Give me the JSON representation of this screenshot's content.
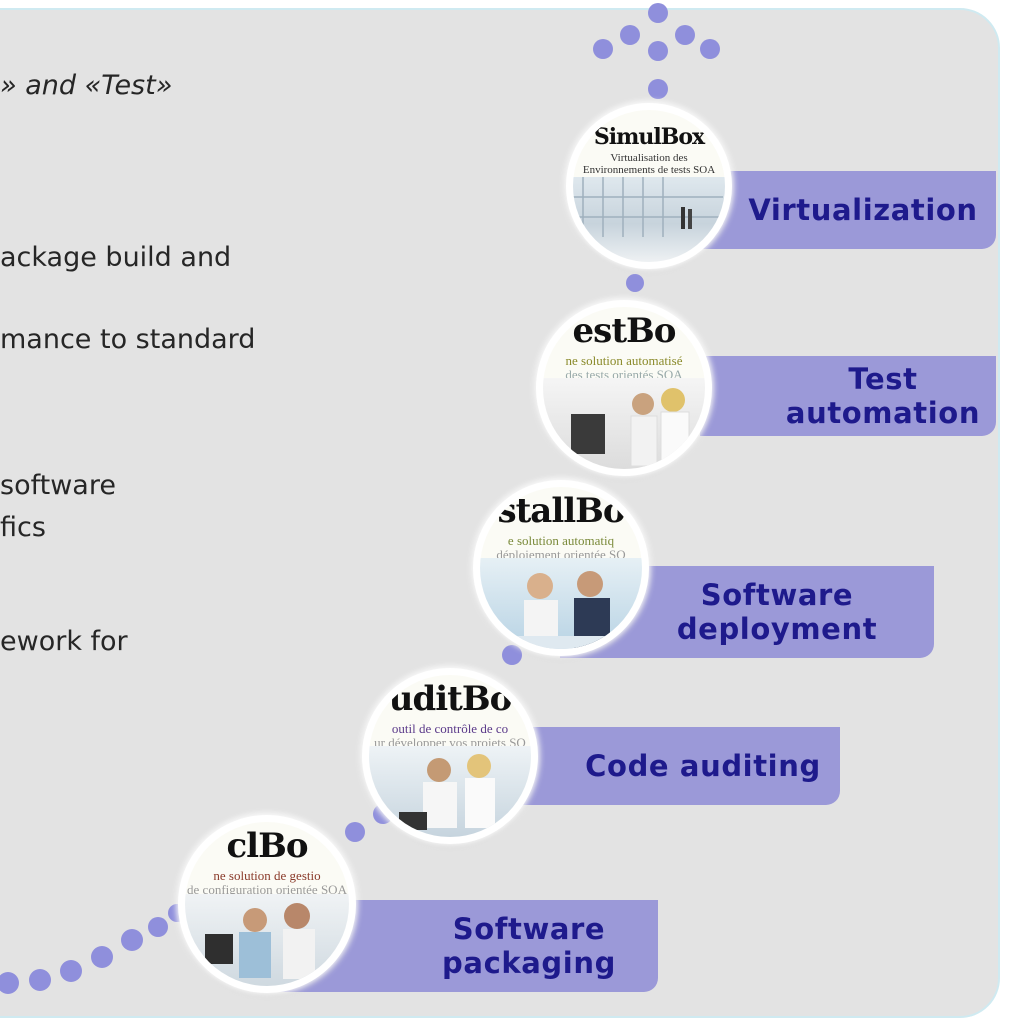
{
  "text_lines": [
    "» and «Test»",
    "ackage build and",
    "mance to standard",
    "software",
    "fics",
    "ework  for"
  ],
  "steps": [
    {
      "brand": "SimulBox",
      "tag1": "Virtualisation des",
      "tag2": "Environnements de tests SOA",
      "label1": "Virtualization",
      "label2": ""
    },
    {
      "brand": "estBo",
      "tag1": "ne solution automatisé",
      "tag2": "des tests orientés SOA",
      "label1": "Test",
      "label2": "automation"
    },
    {
      "brand": "stallBo",
      "tag1": "e solution automatiq",
      "tag2": "déploiement orientée SO",
      "label1": "Software",
      "label2": "deployment"
    },
    {
      "brand": "uditBo",
      "tag1": "outil de contrôle de co",
      "tag2": "ur développer vos projets SO",
      "label1": "Code auditing",
      "label2": ""
    },
    {
      "brand": "clBo",
      "tag1": "ne solution de gestio",
      "tag2": "de configuration orientée SOA",
      "label1": "Software",
      "label2": "packaging"
    }
  ],
  "colors": {
    "panel": "#e3e3e3",
    "label_bg": "#9b99d8",
    "label_text": "#1e1a8c",
    "dot": "#8f8fdc"
  }
}
